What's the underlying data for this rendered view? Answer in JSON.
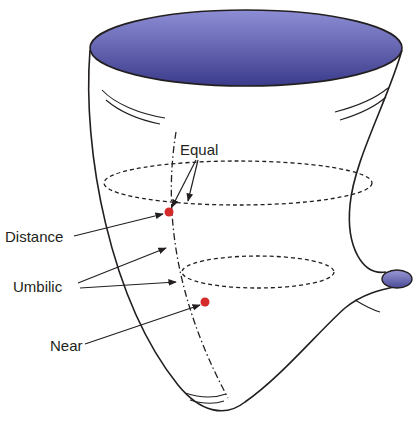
{
  "diagram": {
    "labels": [
      "Equal",
      "Distance",
      "Umbilic",
      "Near"
    ]
  }
}
